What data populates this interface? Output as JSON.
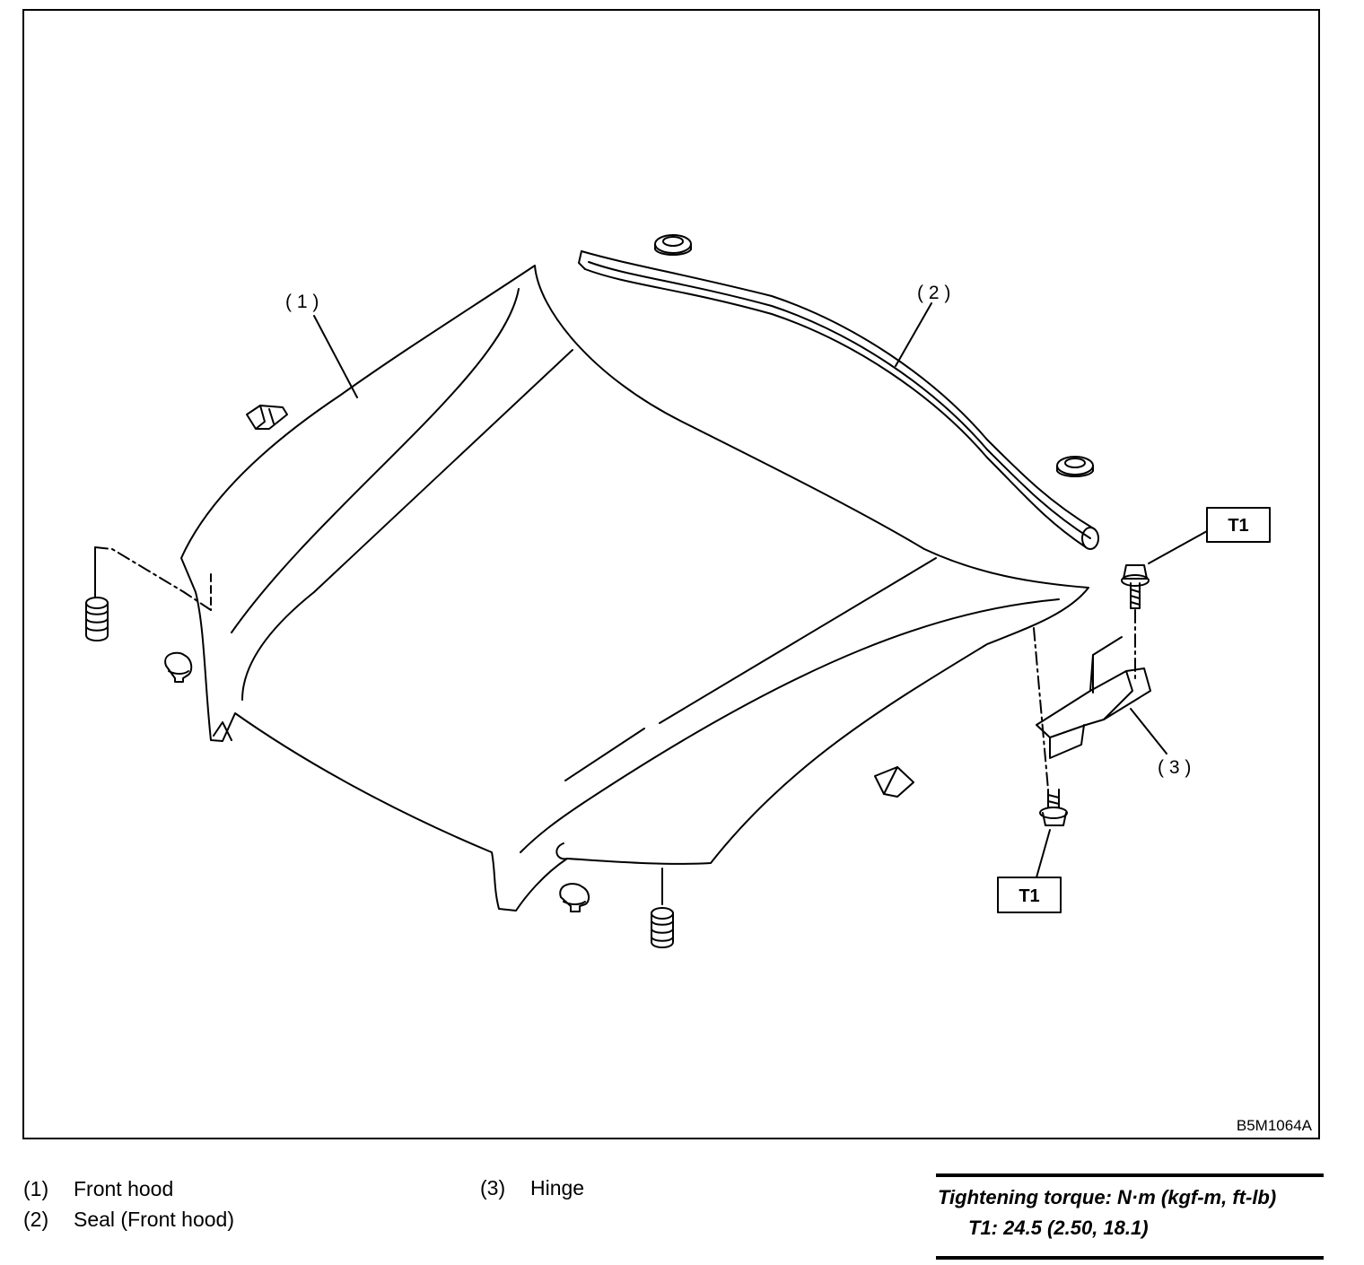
{
  "diagram": {
    "callouts": [
      "( 1 )",
      "( 2 )",
      "( 3 )"
    ],
    "torque_tags": [
      "T1",
      "T1"
    ],
    "figure_code": "B5M1064A"
  },
  "legend": [
    {
      "num": "(1)",
      "label": "Front hood"
    },
    {
      "num": "(2)",
      "label": "Seal (Front hood)"
    },
    {
      "num": "(3)",
      "label": "Hinge"
    }
  ],
  "torque": {
    "title": "Tightening torque: N·m (kgf-m, ft-lb)",
    "value": "T1: 24.5 (2.50, 18.1)"
  }
}
